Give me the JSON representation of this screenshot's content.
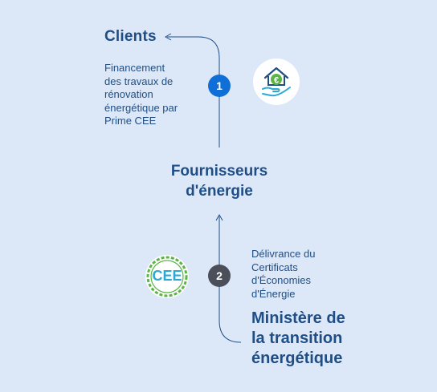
{
  "clients": {
    "title": "Clients"
  },
  "step1": {
    "number": "1",
    "description_lines": [
      "Financement",
      "des travaux de",
      "rénovation",
      "énergétique par",
      "Prime CEE"
    ],
    "color": "#0f6fd6"
  },
  "suppliers": {
    "title_lines": [
      "Fournisseurs",
      "d'énergie"
    ]
  },
  "step2": {
    "number": "2",
    "description_lines": [
      "Délivrance du",
      "Certificats",
      "d'Économies",
      "d'Énergie"
    ],
    "color": "#4a4f59"
  },
  "ministry": {
    "title_lines": [
      "Ministère de",
      "la transition",
      "énergétique"
    ]
  },
  "cee_badge": {
    "text": "CEE"
  },
  "icons": [
    "house-euro-hand-icon",
    "cee-seal-icon"
  ],
  "colors": {
    "background": "#dce8f7",
    "text": "#1f4e86",
    "line": "#1f4e86",
    "green": "#5ab544",
    "cyan": "#2aa9d6"
  }
}
